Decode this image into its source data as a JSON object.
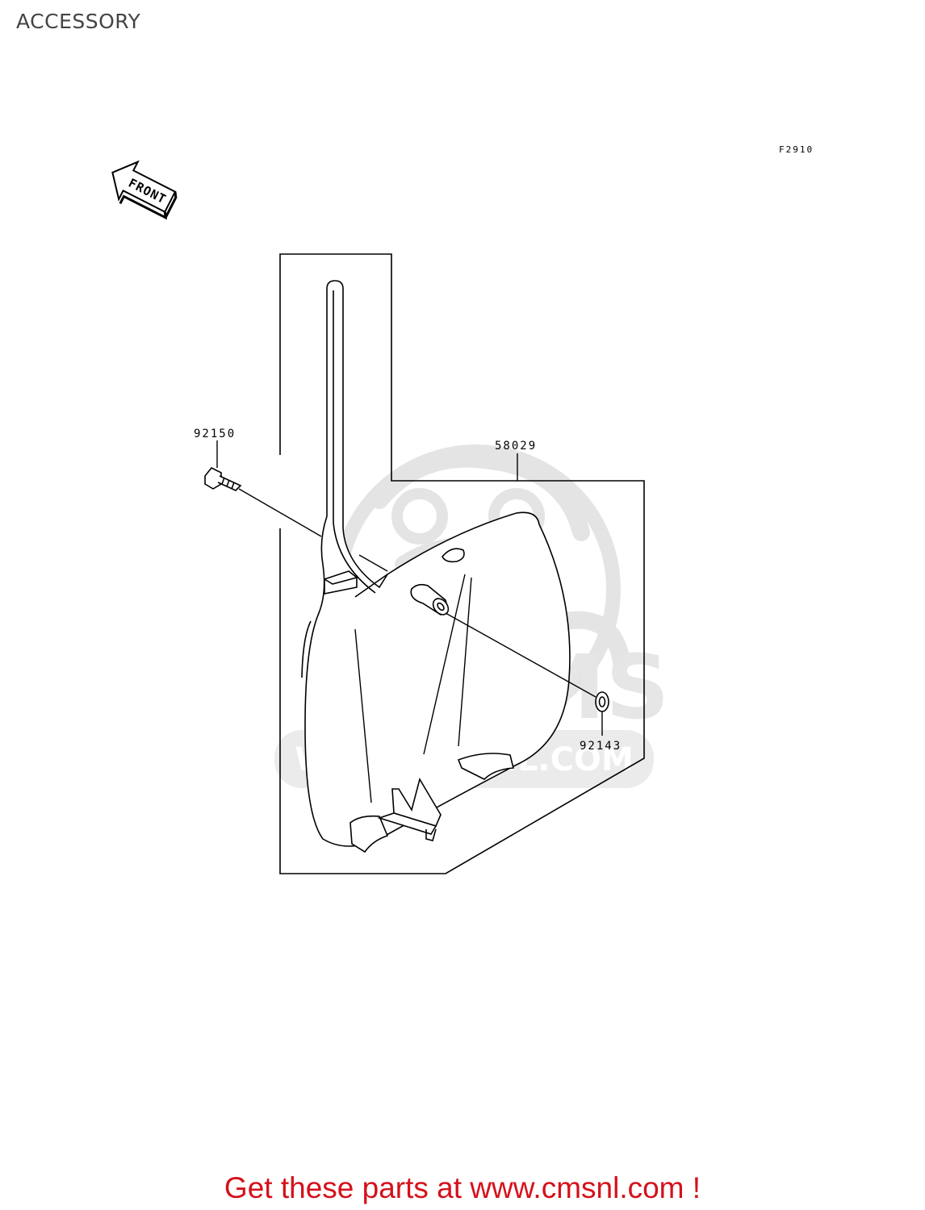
{
  "header": {
    "title": "ACCESSORY"
  },
  "diagram": {
    "figure_code": "F2910",
    "front_label": "FRONT",
    "callouts": [
      {
        "part_number": "92150"
      },
      {
        "part_number": "58029"
      },
      {
        "part_number": "92143"
      }
    ]
  },
  "watermark": {
    "logo_text": "CMS",
    "url_text": "WWW.CMSNL.COM"
  },
  "footer": {
    "promo_text": "Get these parts at www.cmsnl.com !"
  },
  "colors": {
    "promo": "#d4111b",
    "line": "#000000",
    "watermark": "#e4e4e4"
  }
}
